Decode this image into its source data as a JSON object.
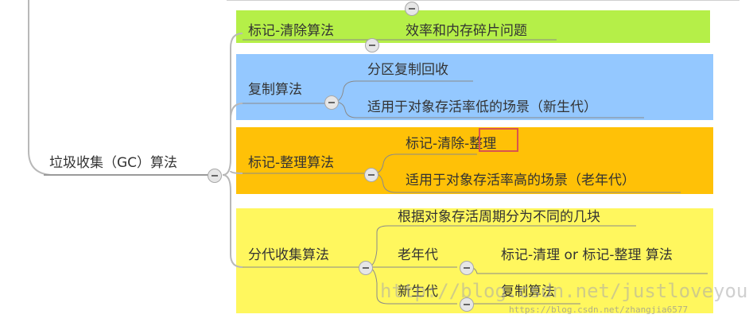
{
  "root": {
    "label": "垃圾收集（GC）算法"
  },
  "branches": [
    {
      "label": "标记-清除算法",
      "color": "#b5ef48",
      "children": [
        {
          "label": "效率和内存碎片问题"
        }
      ]
    },
    {
      "label": "复制算法",
      "color": "#94c8ff",
      "children": [
        {
          "label": "分区复制回收"
        },
        {
          "label": "适用于对象存活率低的场景（新生代）"
        }
      ]
    },
    {
      "label": "标记-整理算法",
      "color": "#ffc107",
      "children": [
        {
          "label_prefix": "标记-清除-",
          "label_highlight": "整理"
        },
        {
          "label": "适用于对象存活率高的场景（老年代）"
        }
      ]
    },
    {
      "label": "分代收集算法",
      "color": "#fff75e",
      "children": [
        {
          "label": "根据对象存活周期分为不同的几块"
        },
        {
          "label": "老年代",
          "child": "标记-清理 or 标记-整理 算法"
        },
        {
          "label": "新生代",
          "child": "复制算法"
        }
      ]
    }
  ],
  "watermarks": {
    "large": "http://blog.csdn.net/justloveyou",
    "small": "https://blog.csdn.net/zhangjia6577"
  }
}
